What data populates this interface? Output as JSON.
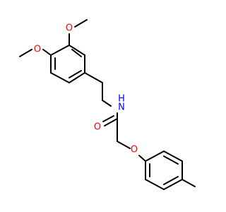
{
  "structure": {
    "atom_labels": [
      {
        "id": "o_methoxy_top",
        "text": "O",
        "color": "#ff0000"
      },
      {
        "id": "o_methoxy_left",
        "text": "O",
        "color": "#ff0000"
      },
      {
        "id": "n_amide",
        "text": "N",
        "color": "#0000ff"
      },
      {
        "id": "h_amide",
        "text": "H",
        "color": "#0000ff"
      },
      {
        "id": "o_carbonyl",
        "text": "O",
        "color": "#ff0000"
      },
      {
        "id": "o_ether",
        "text": "O",
        "color": "#ff0000"
      }
    ],
    "bond_color": "#000000"
  }
}
